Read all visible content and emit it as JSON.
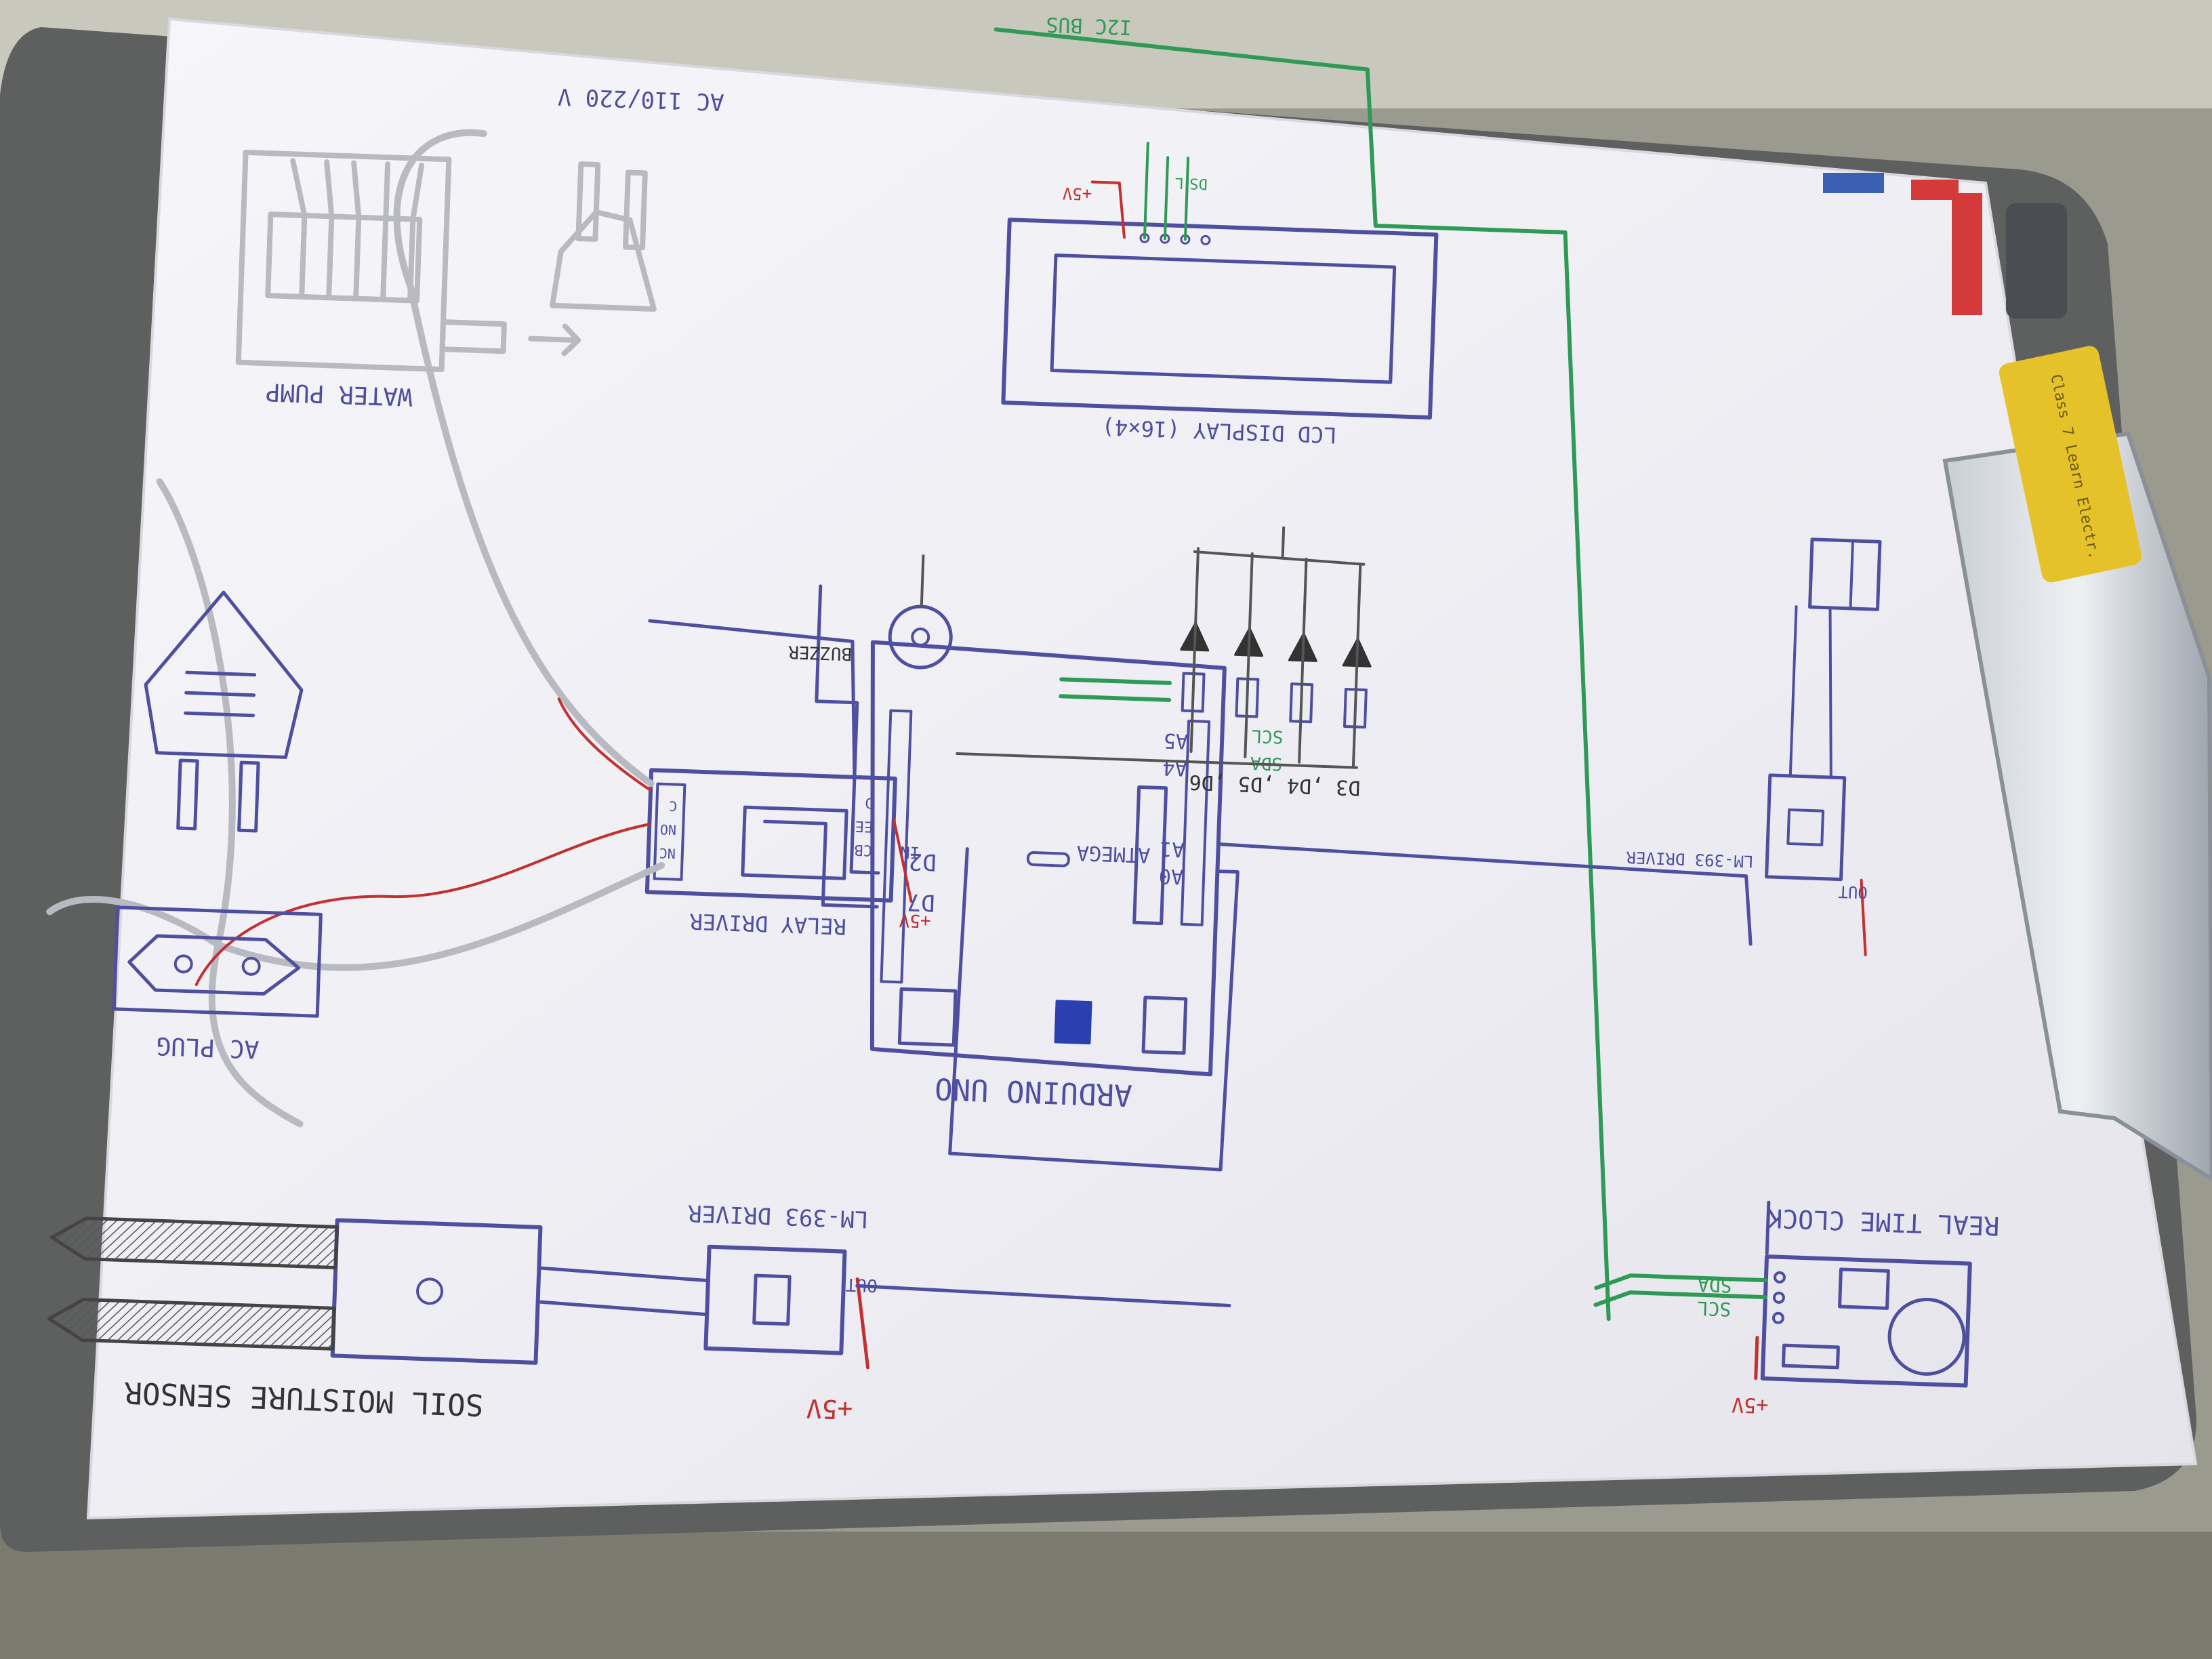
{
  "diagram": {
    "labels": {
      "water_pump": "WATER PUMP",
      "ac_supply": "AC 110/220 V",
      "i2c_bus": "I2C BUS",
      "lcd_display": "LCD DISPLAY (16×4)",
      "buzzer": "BUZZER",
      "relay_driver": "RELAY DRIVER",
      "relay_nc": "NC",
      "relay_no": "NO",
      "relay_c": "C",
      "relay_in": "IN",
      "relay_pin_cb": "CB",
      "relay_pin_d": "D",
      "relay_pin_ee": "EE",
      "led_pins": "D3 ,D4 ,D5 ,D6",
      "arduino": "ARDUINO UNO",
      "chip": "ATMEGA",
      "pin_d2": "D2",
      "pin_d7": "D7",
      "pin_a5": "A5",
      "pin_a4": "A4",
      "pin_a1": "A1",
      "pin_a0": "A0",
      "scl": "SCL",
      "sda": "SDA",
      "ac_plug": "AC PLUG",
      "lm393_driver": "LM-393 DRIVER",
      "lm393_out": "OUT",
      "soil_sensor": "SOIL MOISTURE SENSOR",
      "plus5v": "+5V",
      "rtc": "REAL TIME CLOCK",
      "rtc_scl": "SCL",
      "rtc_sda": "SDA",
      "sensor_driver": "LM-393 DRIVER",
      "sensor_out": "OUT",
      "lcd_pin_l": "L",
      "lcd_pin_ds": "DS"
    },
    "colors": {
      "pencil": "#b9b9c2",
      "blue_ink": "#4f4fa0",
      "red_ink": "#c23030",
      "green_ink": "#2f9a55",
      "paper": "#f1f1f6"
    }
  },
  "desk_items": {
    "tag_text": "Class 7 Learn Electr."
  }
}
